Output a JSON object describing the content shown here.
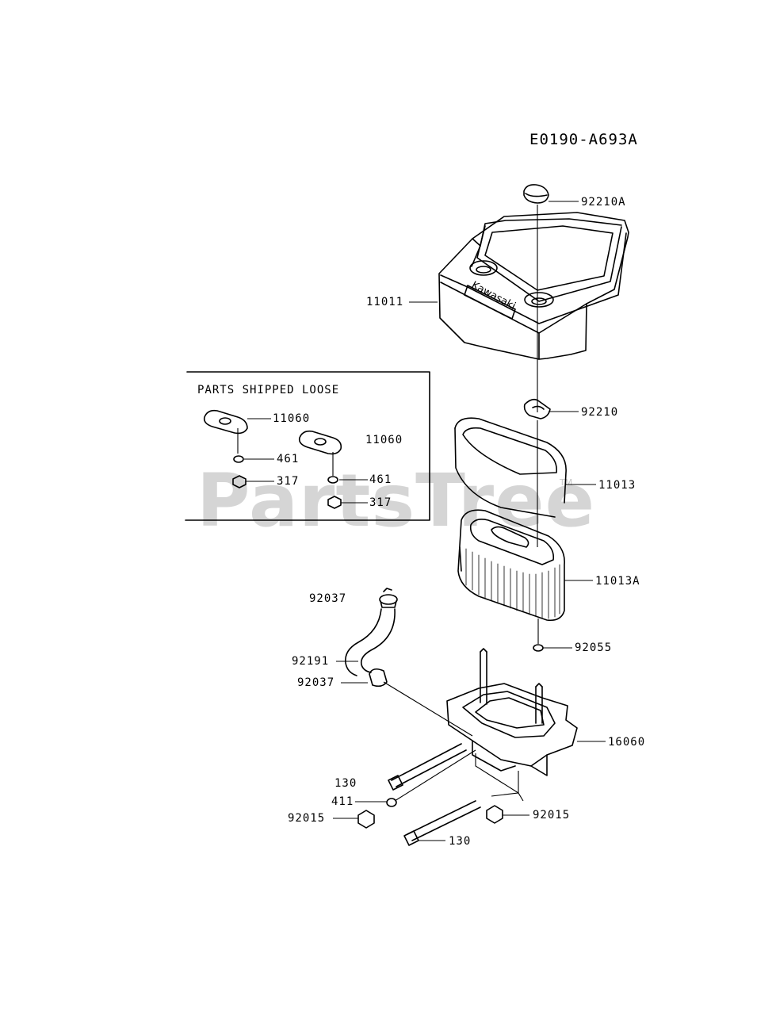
{
  "diagram": {
    "code": "E0190-A693A",
    "loose_box_title": "PARTS SHIPPED LOOSE",
    "labels": {
      "p92210A": "92210A",
      "p11011": "11011",
      "p92210": "92210",
      "p11013": "11013",
      "p11013A": "11013A",
      "p92055": "92055",
      "p16060": "16060",
      "p92037a": "92037",
      "p92191": "92191",
      "p92037b": "92037",
      "p130a": "130",
      "p411": "411",
      "p92015a": "92015",
      "p92015b": "92015",
      "p130b": "130",
      "p11060a": "11060",
      "p461a": "461",
      "p317a": "317",
      "p11060b": "11060",
      "p461b": "461",
      "p317b": "317"
    },
    "cover_brand": "Kawasaki"
  },
  "watermark": {
    "text": "PartsTree",
    "trademark": "TM"
  }
}
